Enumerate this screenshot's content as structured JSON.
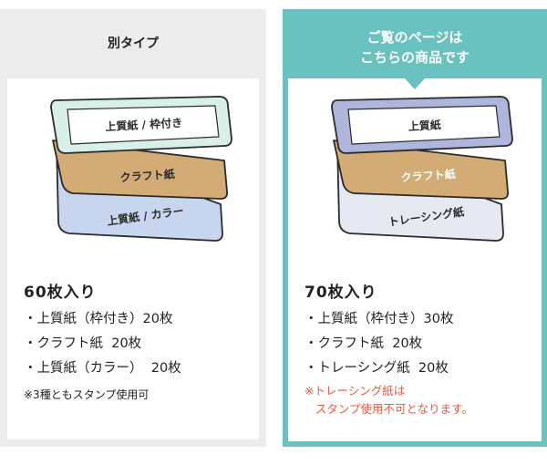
{
  "left_panel": {
    "header": "別タイプ",
    "stack_labels": [
      "上質紙 / 枠付き",
      "クラフト紙",
      "上質紙 / カラー"
    ],
    "count": "60枚入り",
    "items": [
      "・上質紙（枠付き）20枚",
      "・クラフト紙  20枚",
      "・上質紙（カラー）  20枚"
    ],
    "note": "※3種ともスタンプ使用可"
  },
  "right_panel": {
    "header_line1": "ご覧のページは",
    "header_line2": "こちらの商品です",
    "stack_labels": [
      "上質紙",
      "クラフト紙",
      "トレーシング紙"
    ],
    "count": "70枚入り",
    "items": [
      "・上質紙（枠付き）30枚",
      "・クラフト紙  20枚",
      "・トレーシング紙  20枚"
    ],
    "note_line1": "※トレーシング紙は",
    "note_line2": "   スタンプ使用不可となります。"
  },
  "colors": {
    "accent_teal": "#69c2c0",
    "panel_gray": "#ececec",
    "mint_paper": "#d9efe9",
    "kraft_paper": "#d2ac74",
    "blue_paper": "#c7d6ee",
    "lavender_paper": "#aeb6dc",
    "tracing_paper": "#e6e9f1",
    "note_red": "#ea5a3e"
  }
}
